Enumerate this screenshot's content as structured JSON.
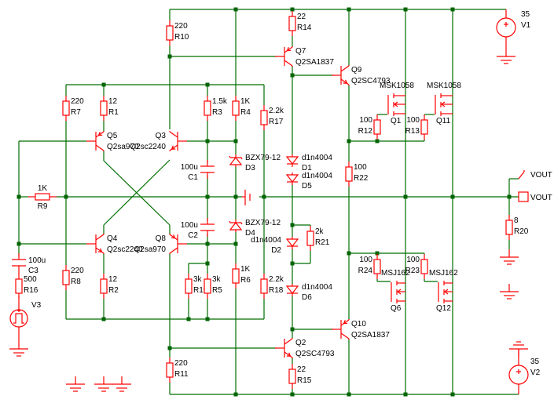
{
  "colors": {
    "wire": "#006e00",
    "component": "#ff0000",
    "junction": "#006400",
    "text": "#000000",
    "background": "#ffffff"
  },
  "components": {
    "R1": {
      "ref": "R1",
      "value": "12"
    },
    "R2": {
      "ref": "R2",
      "value": "12"
    },
    "R3": {
      "ref": "R3",
      "value": "1.5k"
    },
    "R4": {
      "ref": "R4",
      "value": "1K"
    },
    "R5": {
      "ref": "R5",
      "value": "3k"
    },
    "R6": {
      "ref": "R6",
      "value": "1K"
    },
    "R7": {
      "ref": "R7",
      "value": "220"
    },
    "R8": {
      "ref": "R8",
      "value": "220"
    },
    "R9": {
      "ref": "R9",
      "value": "1K"
    },
    "R10": {
      "ref": "R10",
      "value": "220"
    },
    "R11": {
      "ref": "R11",
      "value": "220"
    },
    "R12": {
      "ref": "R12",
      "value": "100"
    },
    "R13": {
      "ref": "R13",
      "value": "100"
    },
    "R14": {
      "ref": "R14",
      "value": "22"
    },
    "R15": {
      "ref": "R15",
      "value": "22"
    },
    "R16": {
      "ref": "R16",
      "value": "500"
    },
    "R17": {
      "ref": "R17",
      "value": "2.2k"
    },
    "R18": {
      "ref": "R18",
      "value": "2.2k"
    },
    "R19": {
      "ref": "R19",
      "value": "3k"
    },
    "R20": {
      "ref": "R20",
      "value": "8"
    },
    "R21": {
      "ref": "R21",
      "value": "2k"
    },
    "R22": {
      "ref": "R22",
      "value": "100"
    },
    "R23": {
      "ref": "R23",
      "value": "100"
    },
    "R24": {
      "ref": "R24",
      "value": "100"
    },
    "C1": {
      "ref": "C1",
      "value": "100u"
    },
    "C2": {
      "ref": "C2",
      "value": "100u"
    },
    "C3": {
      "ref": "C3",
      "value": "100u"
    },
    "D1": {
      "ref": "D1",
      "value": "d1n4004"
    },
    "D2": {
      "ref": "D2",
      "value": "d1n4004"
    },
    "D3": {
      "ref": "D3",
      "value": "BZX79-12"
    },
    "D4": {
      "ref": "D4",
      "value": "BZX79-12"
    },
    "D5": {
      "ref": "D5",
      "value": "d1n4004"
    },
    "D6": {
      "ref": "D6",
      "value": "d1n4004"
    },
    "Q1": {
      "ref": "Q1",
      "value": "MSK1058"
    },
    "Q2": {
      "ref": "Q2",
      "value": "Q2SC4793"
    },
    "Q3": {
      "ref": "Q3",
      "value": "Q2sc2240"
    },
    "Q4": {
      "ref": "Q4",
      "value": "Q2sc2240"
    },
    "Q5": {
      "ref": "Q5",
      "value": "Q2sa970"
    },
    "Q6": {
      "ref": "Q6",
      "value": "MSJ162"
    },
    "Q7": {
      "ref": "Q7",
      "value": "Q2SA1837"
    },
    "Q8": {
      "ref": "Q8",
      "value": "Q2sa970"
    },
    "Q9": {
      "ref": "Q9",
      "value": "Q2SC4793"
    },
    "Q10": {
      "ref": "Q10",
      "value": "Q2SA1837"
    },
    "Q11": {
      "ref": "Q11",
      "value": "MSK1058"
    },
    "Q12": {
      "ref": "Q12",
      "value": "MSJ162"
    },
    "V1": {
      "ref": "V1",
      "value": "35"
    },
    "V2": {
      "ref": "V2",
      "value": "35"
    },
    "V3": {
      "ref": "V3"
    }
  },
  "ports": {
    "vout_probe": "VOUT",
    "vout_terminal": "VOUT"
  },
  "icons": {
    "ground": "ground-icon",
    "dc_source": "dc-source-icon",
    "pulse_source": "pulse-source-icon"
  }
}
